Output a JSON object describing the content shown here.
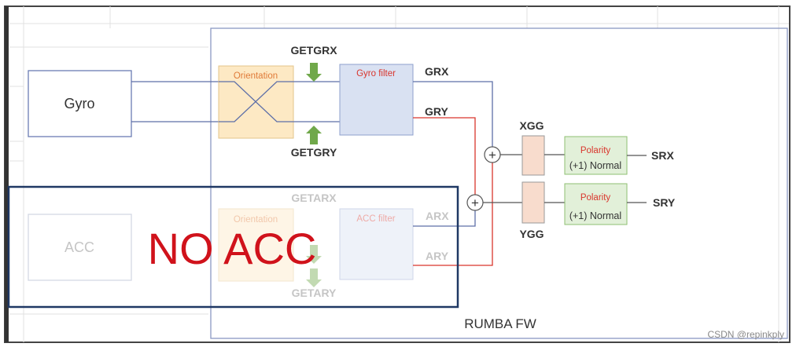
{
  "blocks": {
    "gyro": "Gyro",
    "acc": "ACC",
    "orientation_top": "Orientation",
    "orientation_bottom": "Orientation",
    "gyro_filter": "Gyro filter",
    "acc_filter": "ACC filter",
    "polarity_x_title": "Polarity",
    "polarity_x_value": "(+1) Normal",
    "polarity_y_title": "Polarity",
    "polarity_y_value": "(+1) Normal"
  },
  "signals": {
    "getgrx": "GETGRX",
    "getgry": "GETGRY",
    "getarx": "GETARX",
    "getary": "GETARY",
    "grx": "GRX",
    "gry": "GRY",
    "arx": "ARX",
    "ary": "ARY",
    "xgg": "XGG",
    "ygg": "YGG",
    "srx": "SRX",
    "sry": "SRY",
    "sum_symbol": "+"
  },
  "annotations": {
    "no_acc": "NO ACC",
    "firmware": "RUMBA FW",
    "watermark": "CSDN @repinkply"
  },
  "colors": {
    "blue_line": "#5d6fa8",
    "red_line": "#d9352c",
    "orientation_fill": "#fde9c4",
    "filter_fill": "#d9e1f2",
    "polarity_fill": "#e2f0d9",
    "gain_fill": "#f8dccd",
    "green_arrow": "#70a84a",
    "no_acc_text": "#d0121b",
    "no_acc_box": "#1f3864"
  }
}
